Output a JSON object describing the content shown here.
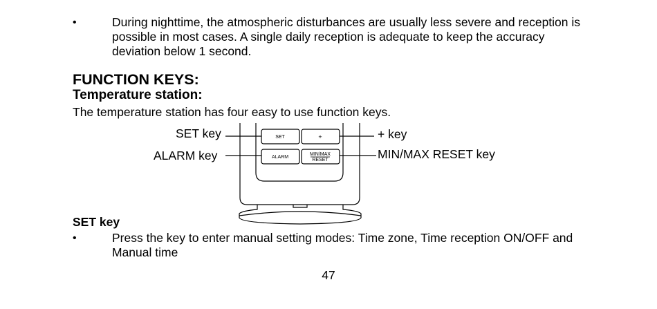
{
  "bullets_top": [
    {
      "symbol": "•",
      "text": "During nighttime, the atmospheric disturbances are usually less severe and reception is possible in most cases. A single daily reception is adequate to keep the accuracy deviation below 1 second."
    }
  ],
  "heading": "FUNCTION KEYS:",
  "subheading": "Temperature station:",
  "intro": "The temperature station has four easy to use function keys.",
  "diagram": {
    "key_labels": {
      "set": "SET",
      "plus": "+",
      "alarm": "ALARM",
      "minmax_top": "MIN/MAX",
      "minmax_bottom": "RESET"
    },
    "callouts": {
      "set_key": "SET key",
      "plus_key": "+ key",
      "alarm_key": "ALARM key",
      "minmax_key": "MIN/MAX RESET key"
    }
  },
  "set_section_heading": "SET key",
  "bullets_set": [
    {
      "symbol": "•",
      "text": "Press the key to enter manual setting modes: Time zone, Time reception ON/OFF and Manual time"
    }
  ],
  "page_number": "47"
}
